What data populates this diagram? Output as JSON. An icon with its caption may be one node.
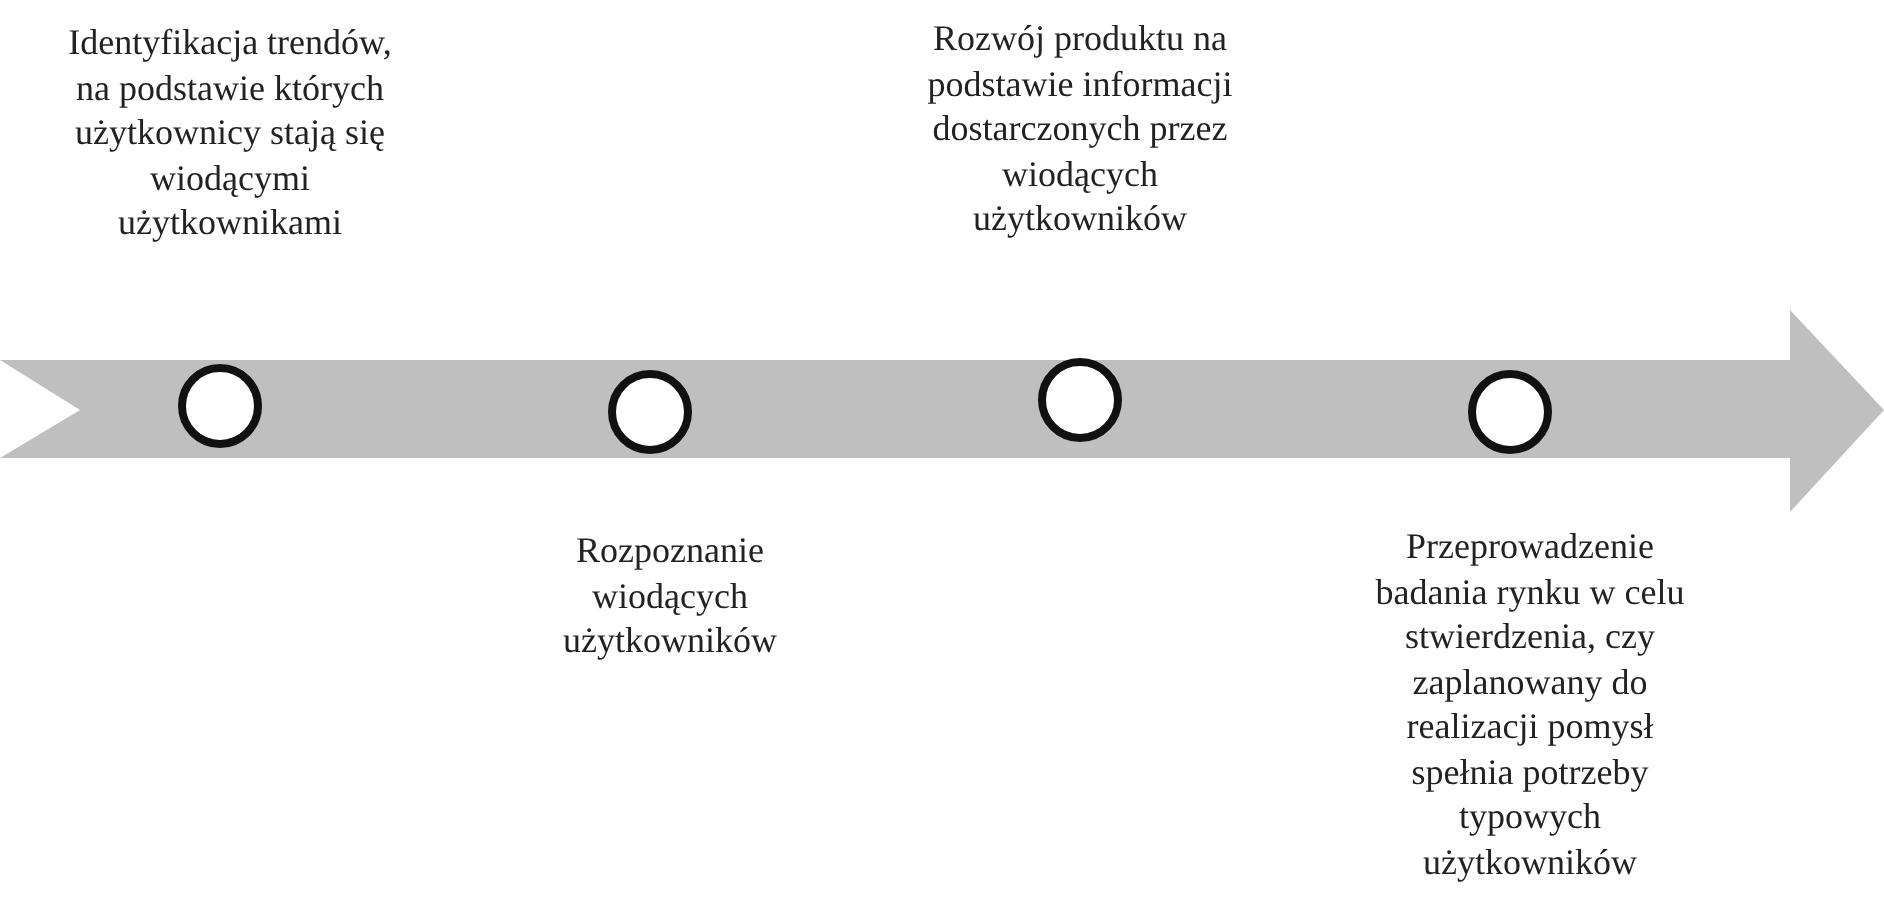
{
  "diagram": {
    "nodes": [
      {
        "text": [],
        "shape": "circle",
        "beside": [
          "Identyfikacja trendów, na podstawie których użytkownicy stają się wiodącymi użytkownikami"
        ]
      },
      {
        "text": [],
        "shape": "circle",
        "beside": [
          "Rozpoznanie wiodących użytkowników"
        ]
      },
      {
        "text": [],
        "shape": "circle",
        "beside": [
          "Rozwój produktu na podstawie informacji dostarczonych przez wiodących użytkowników"
        ]
      },
      {
        "text": [],
        "shape": "circle",
        "beside": [
          "Przeprowadzenie badania rynku w celu stwierdzenia, czy zaplanowany do realizacji pomysł spełnia potrzeby typowych użytkowników"
        ]
      }
    ]
  }
}
